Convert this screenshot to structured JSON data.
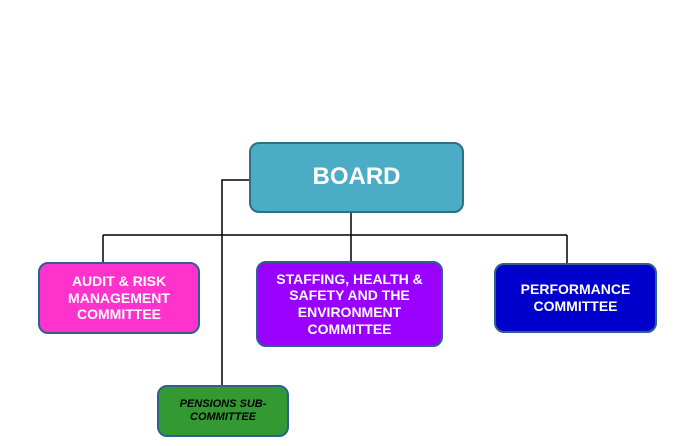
{
  "diagram": {
    "nodes": {
      "board": {
        "label": "BOARD",
        "fill": "#4bacc6"
      },
      "audit": {
        "label": "AUDIT & RISK MANAGEMENT COMMITTEE",
        "fill": "#ff33cc"
      },
      "staffing": {
        "label": "STAFFING, HEALTH & SAFETY AND THE ENVIRONMENT COMMITTEE",
        "fill": "#9900ff"
      },
      "performance": {
        "label": "PERFORMANCE COMMITTEE",
        "fill": "#0000cc"
      },
      "pensions": {
        "label": "PENSIONS SUB-COMMITTEE",
        "fill": "#339933"
      }
    },
    "edges": [
      {
        "from": "board",
        "to": "audit"
      },
      {
        "from": "board",
        "to": "staffing"
      },
      {
        "from": "board",
        "to": "performance"
      },
      {
        "from": "board",
        "to": "pensions"
      }
    ],
    "line_color": "#000000"
  }
}
